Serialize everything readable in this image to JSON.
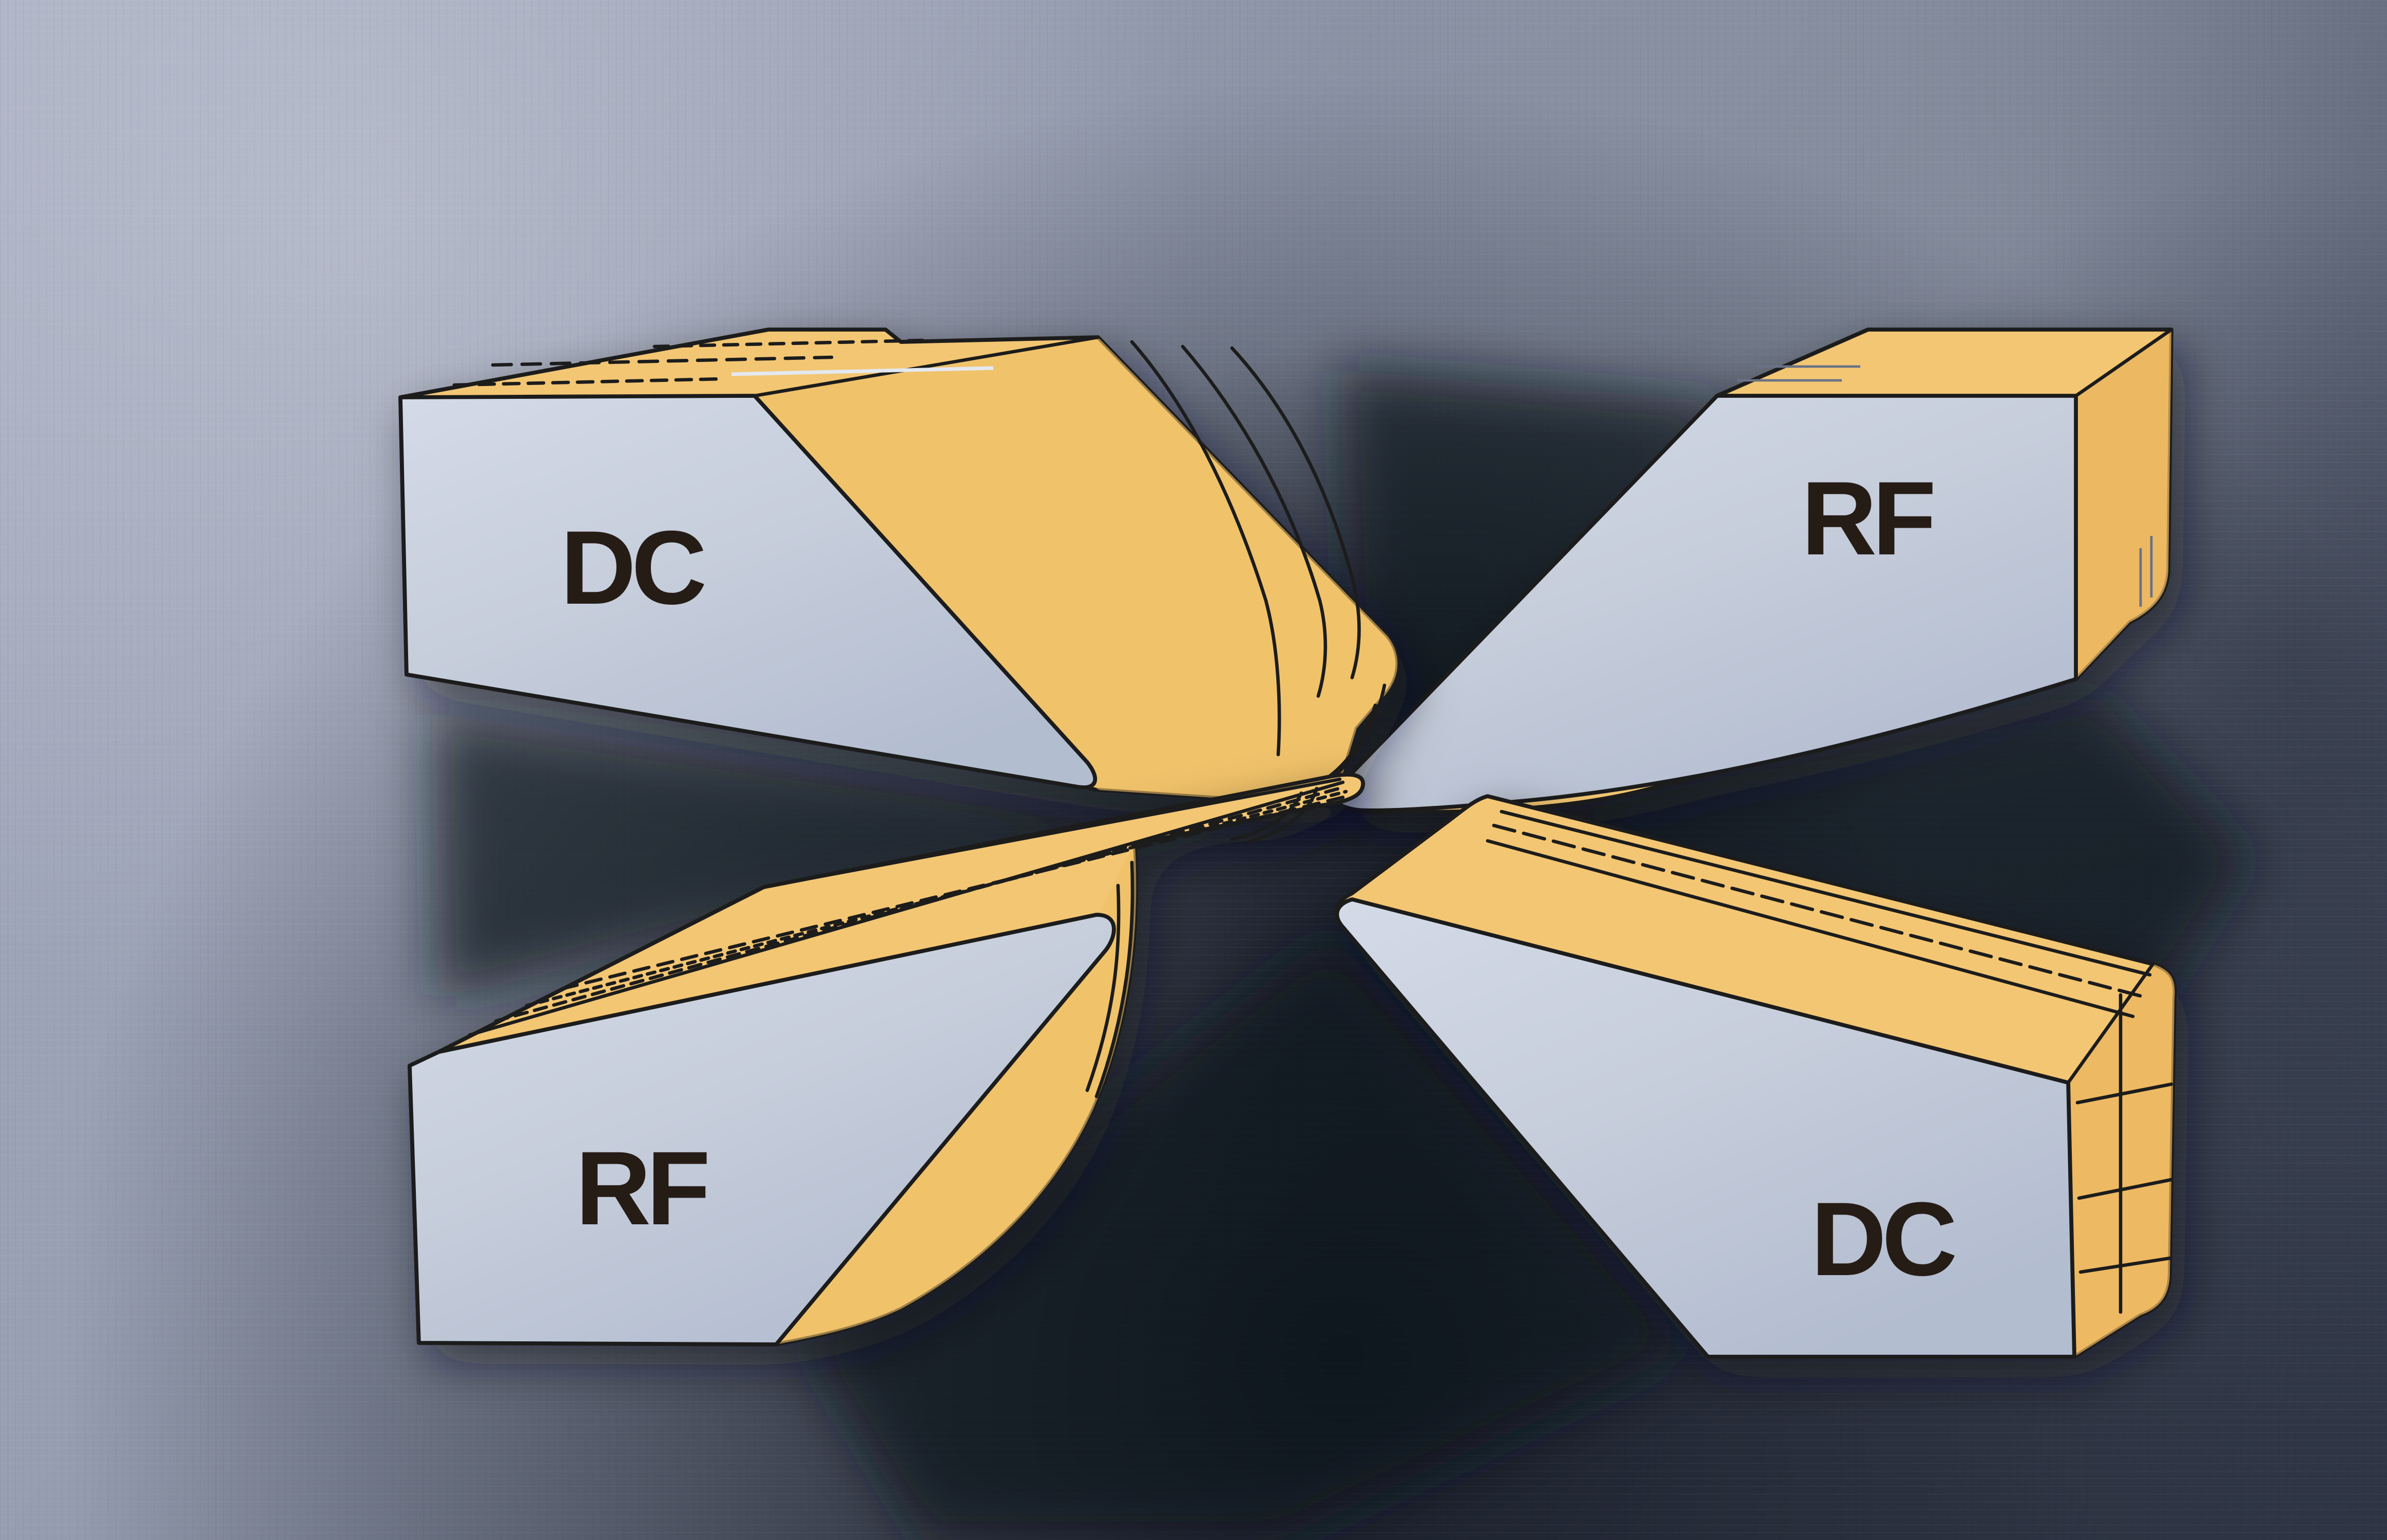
{
  "figure": {
    "type": "3d-cad-render",
    "subject": "four blade electrodes of a linear ion trap converging at a central point",
    "electrodes": [
      {
        "position": "top-left",
        "label": "DC"
      },
      {
        "position": "top-right",
        "label": "RF"
      },
      {
        "position": "bottom-left",
        "label": "RF"
      },
      {
        "position": "bottom-right",
        "label": "DC"
      }
    ],
    "colors": {
      "gold_face": "#f3c673",
      "gold_shade": "#e9b45c",
      "gray_face": "#ccd3e1",
      "gray_face_dark": "#b3bdd0",
      "outline": "#1e1d1a",
      "label_text": "#281e14",
      "background_light": "#a7aec1",
      "background_mid": "#7e8698",
      "background_dark": "#11161f"
    }
  }
}
